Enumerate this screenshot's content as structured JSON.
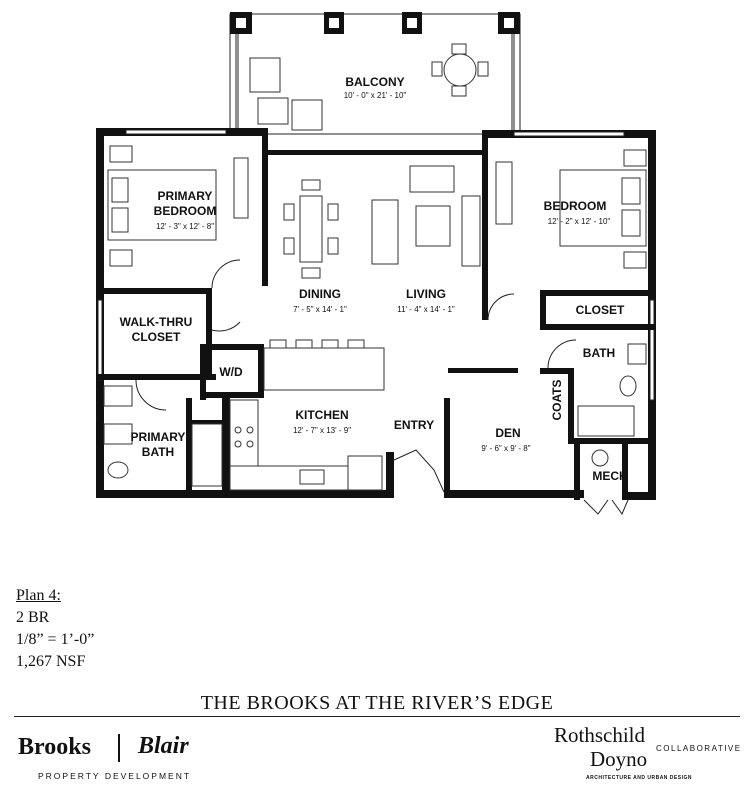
{
  "rooms": {
    "balcony": {
      "name": "BALCONY",
      "dim": "10' - 0\" x 21' - 10\""
    },
    "primary_bedroom": {
      "name1": "PRIMARY",
      "name2": "BEDROOM",
      "dim": "12' - 3\" x 12' - 8\""
    },
    "bedroom": {
      "name": "BEDROOM",
      "dim": "12' - 2\" x 12' - 10\""
    },
    "dining": {
      "name": "DINING",
      "dim": "7' - 5\" x 14' - 1\""
    },
    "living": {
      "name": "LIVING",
      "dim": "11' - 4\" x 14' - 1\""
    },
    "closet": {
      "name": "CLOSET"
    },
    "walk_thru": {
      "name1": "WALK-THRU",
      "name2": "CLOSET"
    },
    "wd": {
      "name": "W/D"
    },
    "bath": {
      "name": "BATH"
    },
    "coats": {
      "name": "COATS"
    },
    "kitchen": {
      "name": "KITCHEN",
      "dim": "12' - 7\" x 13' - 9\""
    },
    "entry": {
      "name": "ENTRY"
    },
    "den": {
      "name": "DEN",
      "dim": "9' - 6\" x 9' - 8\""
    },
    "primary_bath": {
      "name1": "PRIMARY",
      "name2": "BATH"
    },
    "mech": {
      "name": "MECH"
    }
  },
  "plan_info": {
    "title": "Plan 4:",
    "bedrooms": "2 BR",
    "scale": "1/8” = 1’-0”",
    "area": "1,267 NSF"
  },
  "footer": {
    "project": "THE BROOKS AT THE RIVER’S EDGE",
    "developer_left": "Brooks",
    "developer_right": "Blair",
    "developer_sub": "PROPERTY DEVELOPMENT",
    "architect_1": "Rothschild",
    "architect_2": "Doyno",
    "architect_collab": "COLLABORATIVE",
    "architect_sub": "ARCHITECTURE AND URBAN DESIGN"
  }
}
